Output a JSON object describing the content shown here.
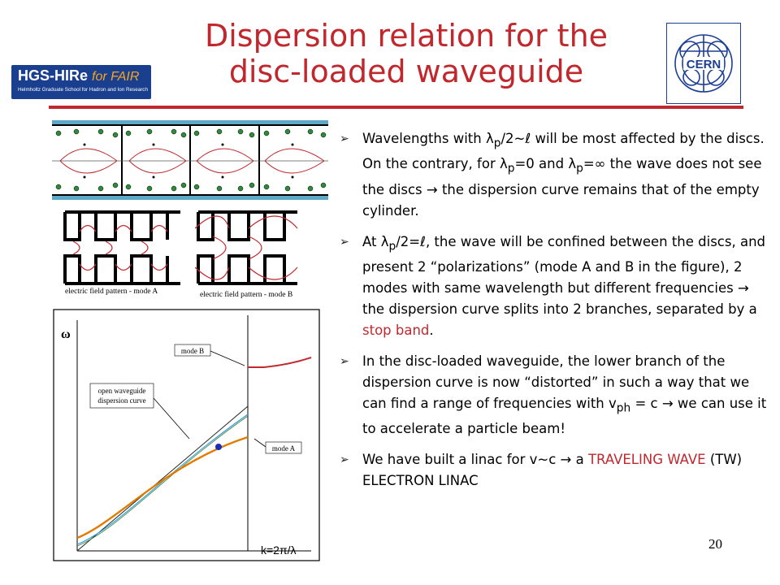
{
  "title": {
    "line1": "Dispersion relation for the",
    "line2": "disc-loaded waveguide"
  },
  "logos": {
    "hgs_main": "HGS-HIRe",
    "hgs_for_fair": "for FAIR",
    "hgs_sub": "Helmholtz Graduate School for Hadron and Ion Research",
    "cern": "CERN"
  },
  "figure": {
    "caption_a": "electric field pattern - mode A",
    "caption_b": "electric field pattern - mode B"
  },
  "plot": {
    "ylabel": "ω",
    "xlabel": "k=2π/λ",
    "label_mode_b": "mode B",
    "label_mode_a": "mode A",
    "label_open_line1": "open waveguide",
    "label_open_line2": "dispersion curve",
    "colors": {
      "curve": "#e07b00",
      "asymptote": "#2a9ad8",
      "marker": "#1a2fb8"
    }
  },
  "bullets": {
    "b1_t1": "Wavelengths with ",
    "b1_sym1": "λ",
    "b1_sub1": "p",
    "b1_t2": "/2~",
    "b1_sym2": "ℓ",
    "b1_t3": " will be most affected by the discs. On the contrary, for ",
    "b1_sym3": "λ",
    "b1_sub2": "p",
    "b1_t4": "=0 and ",
    "b1_sym4": "λ",
    "b1_sub3": "p",
    "b1_t5": "=∞ the wave does not see the discs → the dispersion curve remains that of the empty cylinder.",
    "b2_t1": "At ",
    "b2_sym1": "λ",
    "b2_sub1": "p",
    "b2_t2": "/2=",
    "b2_sym2": "ℓ",
    "b2_t3": ", the wave will be confined between the discs, and present 2 “polarizations” (mode A and B in the figure), 2 modes with same wavelength but different frequencies → the dispersion curve splits into 2 branches, separated by a ",
    "b2_red": "stop band",
    "b2_t4": ".",
    "b3_t1": "In the disc-loaded waveguide, the lower branch of the dispersion curve is now “distorted” in such a way that we can find a range of frequencies with v",
    "b3_sub": "ph",
    "b3_t2": " = c → we can use it to accelerate a particle beam!",
    "b4_t1": "We have built a linac for v~c → a ",
    "b4_red": "TRAVELING WAVE",
    "b4_t2": " (TW) ELECTRON LINAC"
  },
  "page_number": "20"
}
